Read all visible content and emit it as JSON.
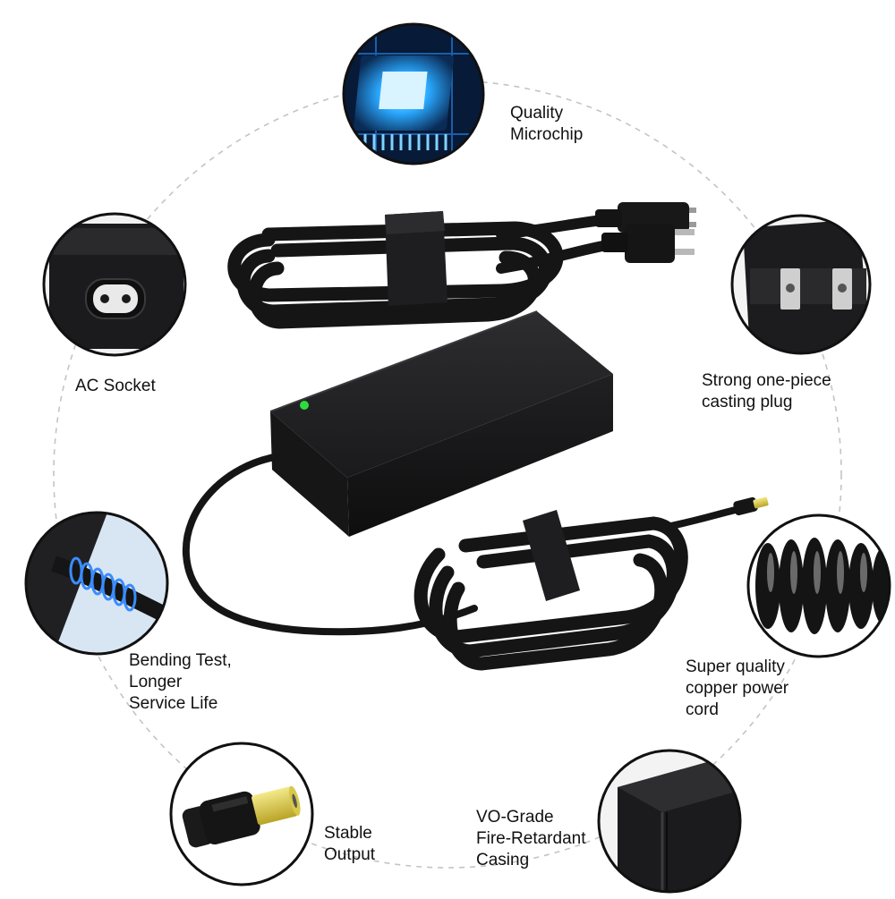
{
  "features": [
    {
      "id": "microchip",
      "lines": [
        "Quality",
        "Microchip"
      ]
    },
    {
      "id": "ac-socket",
      "lines": [
        "AC Socket"
      ]
    },
    {
      "id": "casting-plug",
      "lines": [
        "Strong one-piece",
        "casting plug"
      ]
    },
    {
      "id": "bending-test",
      "lines": [
        "Bending Test,",
        "Longer",
        "Service Life"
      ]
    },
    {
      "id": "copper-cord",
      "lines": [
        "Super quality",
        "copper power",
        "cord"
      ]
    },
    {
      "id": "stable-output",
      "lines": [
        "Stable",
        "Output"
      ]
    },
    {
      "id": "casing",
      "lines": [
        "VO-Grade",
        "Fire-Retardant",
        "Casing"
      ]
    }
  ],
  "colors": {
    "background": "#ffffff",
    "adapter_body": "#1c1c1e",
    "cable": "#151515",
    "led": "#2bdc3c",
    "chip_glow": "#2aa8ff",
    "ring_dash": "#c4c4c4",
    "circle_border": "#111111",
    "plug_tip": "#e3d24a"
  },
  "icons": [
    "microchip-icon",
    "ac-socket-icon",
    "casting-plug-icon",
    "bending-test-icon",
    "coiled-wire-icon",
    "dc-plug-icon",
    "casing-corner-icon"
  ]
}
